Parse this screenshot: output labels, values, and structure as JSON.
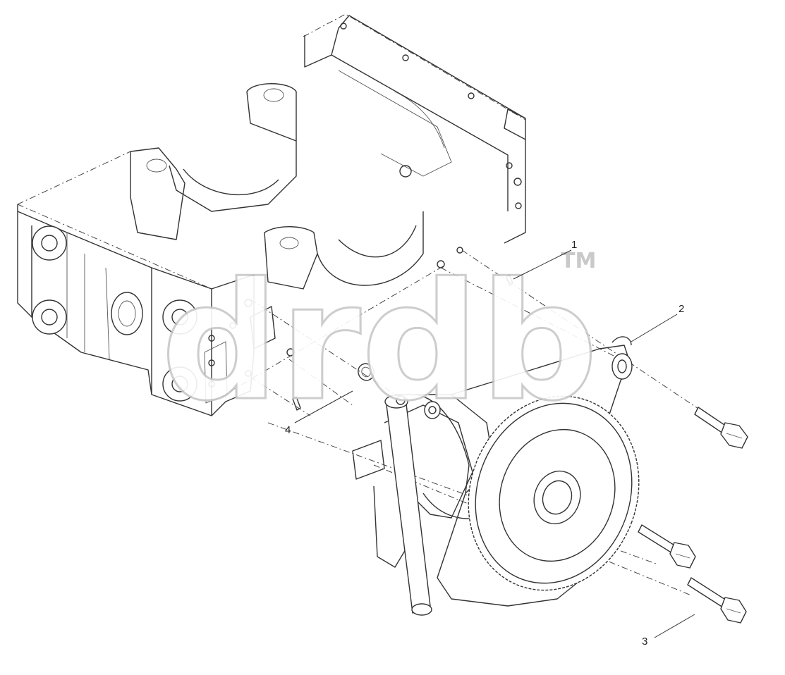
{
  "diagram": {
    "callouts": [
      {
        "id": "1",
        "label": "1",
        "part": "dowel-pin"
      },
      {
        "id": "2",
        "label": "2",
        "part": "oil-pump-assembly"
      },
      {
        "id": "3",
        "label": "3",
        "part": "hex-bolt"
      },
      {
        "id": "4",
        "label": "4",
        "part": "o-ring"
      }
    ],
    "watermark": {
      "text": "drdb",
      "mark": "TM"
    },
    "colors": {
      "line": "#333333",
      "watermark_outline": "#c8c8c8",
      "background": "#ffffff"
    }
  }
}
